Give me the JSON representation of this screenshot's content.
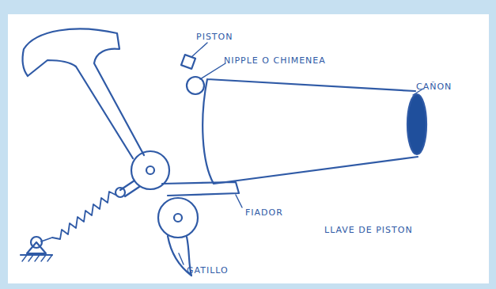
{
  "diagram": {
    "labels": [
      "PISTON",
      "NIPPLE O CHIMENEA",
      "CAÑON",
      "FIADOR",
      "LLAVE DE PISTON",
      "GATILLO"
    ]
  }
}
